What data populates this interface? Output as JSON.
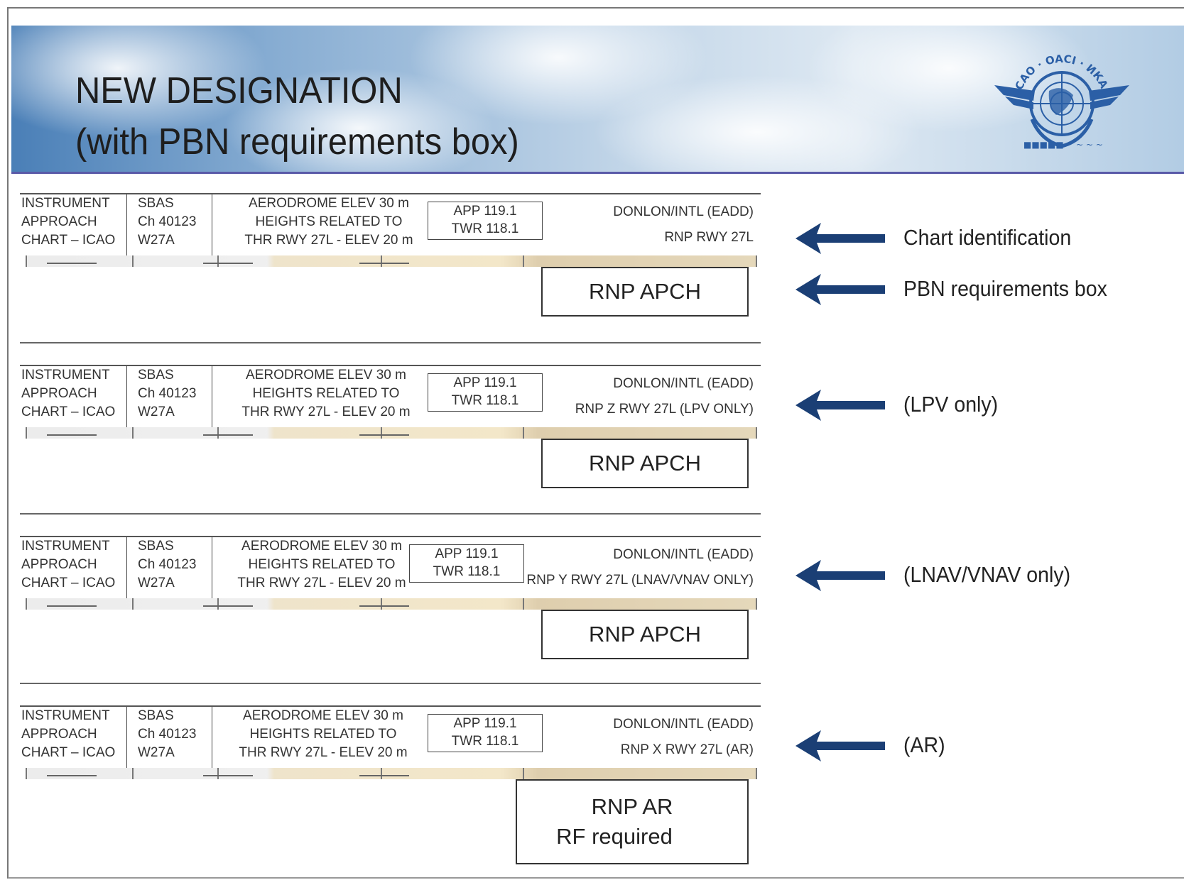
{
  "title": {
    "line1": "NEW DESIGNATION",
    "line2": "(with PBN requirements box)"
  },
  "colors": {
    "arrow": "#1b3f75",
    "title": "#1e1e1e",
    "banner_rule": "#5a5aa8"
  },
  "logo": {
    "name": "icao-emblem",
    "ring_text": "ICAO · OACI · ИКАО"
  },
  "charts": [
    {
      "col1": [
        "INSTRUMENT",
        "APPROACH",
        "CHART – ICAO"
      ],
      "col2": [
        "SBAS",
        "Ch 40123",
        "W27A"
      ],
      "col3": [
        "AERODROME ELEV 30 m",
        "HEIGHTS RELATED TO",
        "THR RWY 27L - ELEV 20 m"
      ],
      "freq": [
        "APP  119.1",
        "TWR 118.1"
      ],
      "id_line1": "DONLON/INTL (EADD)",
      "id_line2": "RNP RWY 27L",
      "pbn_box": [
        "RNP APCH"
      ]
    },
    {
      "col1": [
        "INSTRUMENT",
        "APPROACH",
        "CHART – ICAO"
      ],
      "col2": [
        "SBAS",
        "Ch 40123",
        "W27A"
      ],
      "col3": [
        "AERODROME ELEV 30 m",
        "HEIGHTS RELATED TO",
        "THR RWY 27L - ELEV 20 m"
      ],
      "freq": [
        "APP  119.1",
        "TWR 118.1"
      ],
      "id_line1": "DONLON/INTL (EADD)",
      "id_line2": "RNP Z RWY 27L (LPV ONLY)",
      "pbn_box": [
        "RNP APCH"
      ]
    },
    {
      "col1": [
        "INSTRUMENT",
        "APPROACH",
        "CHART – ICAO"
      ],
      "col2": [
        "SBAS",
        "Ch 40123",
        "W27A"
      ],
      "col3": [
        "AERODROME ELEV 30 m",
        "HEIGHTS RELATED TO",
        "THR RWY 27L - ELEV 20 m"
      ],
      "freq": [
        "APP  119.1",
        "TWR 118.1"
      ],
      "id_line1": "DONLON/INTL (EADD)",
      "id_line2": "RNP Y RWY 27L (LNAV/VNAV ONLY)",
      "pbn_box": [
        "RNP APCH"
      ]
    },
    {
      "col1": [
        "INSTRUMENT",
        "APPROACH",
        "CHART – ICAO"
      ],
      "col2": [
        "SBAS",
        "Ch 40123",
        "W27A"
      ],
      "col3": [
        "AERODROME ELEV 30 m",
        "HEIGHTS RELATED TO",
        "THR RWY 27L - ELEV 20 m"
      ],
      "freq": [
        "APP  119.1",
        "TWR 118.1"
      ],
      "id_line1": "DONLON/INTL (EADD)",
      "id_line2": "RNP X RWY 27L (AR)",
      "pbn_box": [
        "RNP AR",
        "RF required"
      ]
    }
  ],
  "annotations": [
    "Chart identification",
    "PBN requirements box",
    "(LPV only)",
    "(LNAV/VNAV only)",
    "(AR)"
  ]
}
